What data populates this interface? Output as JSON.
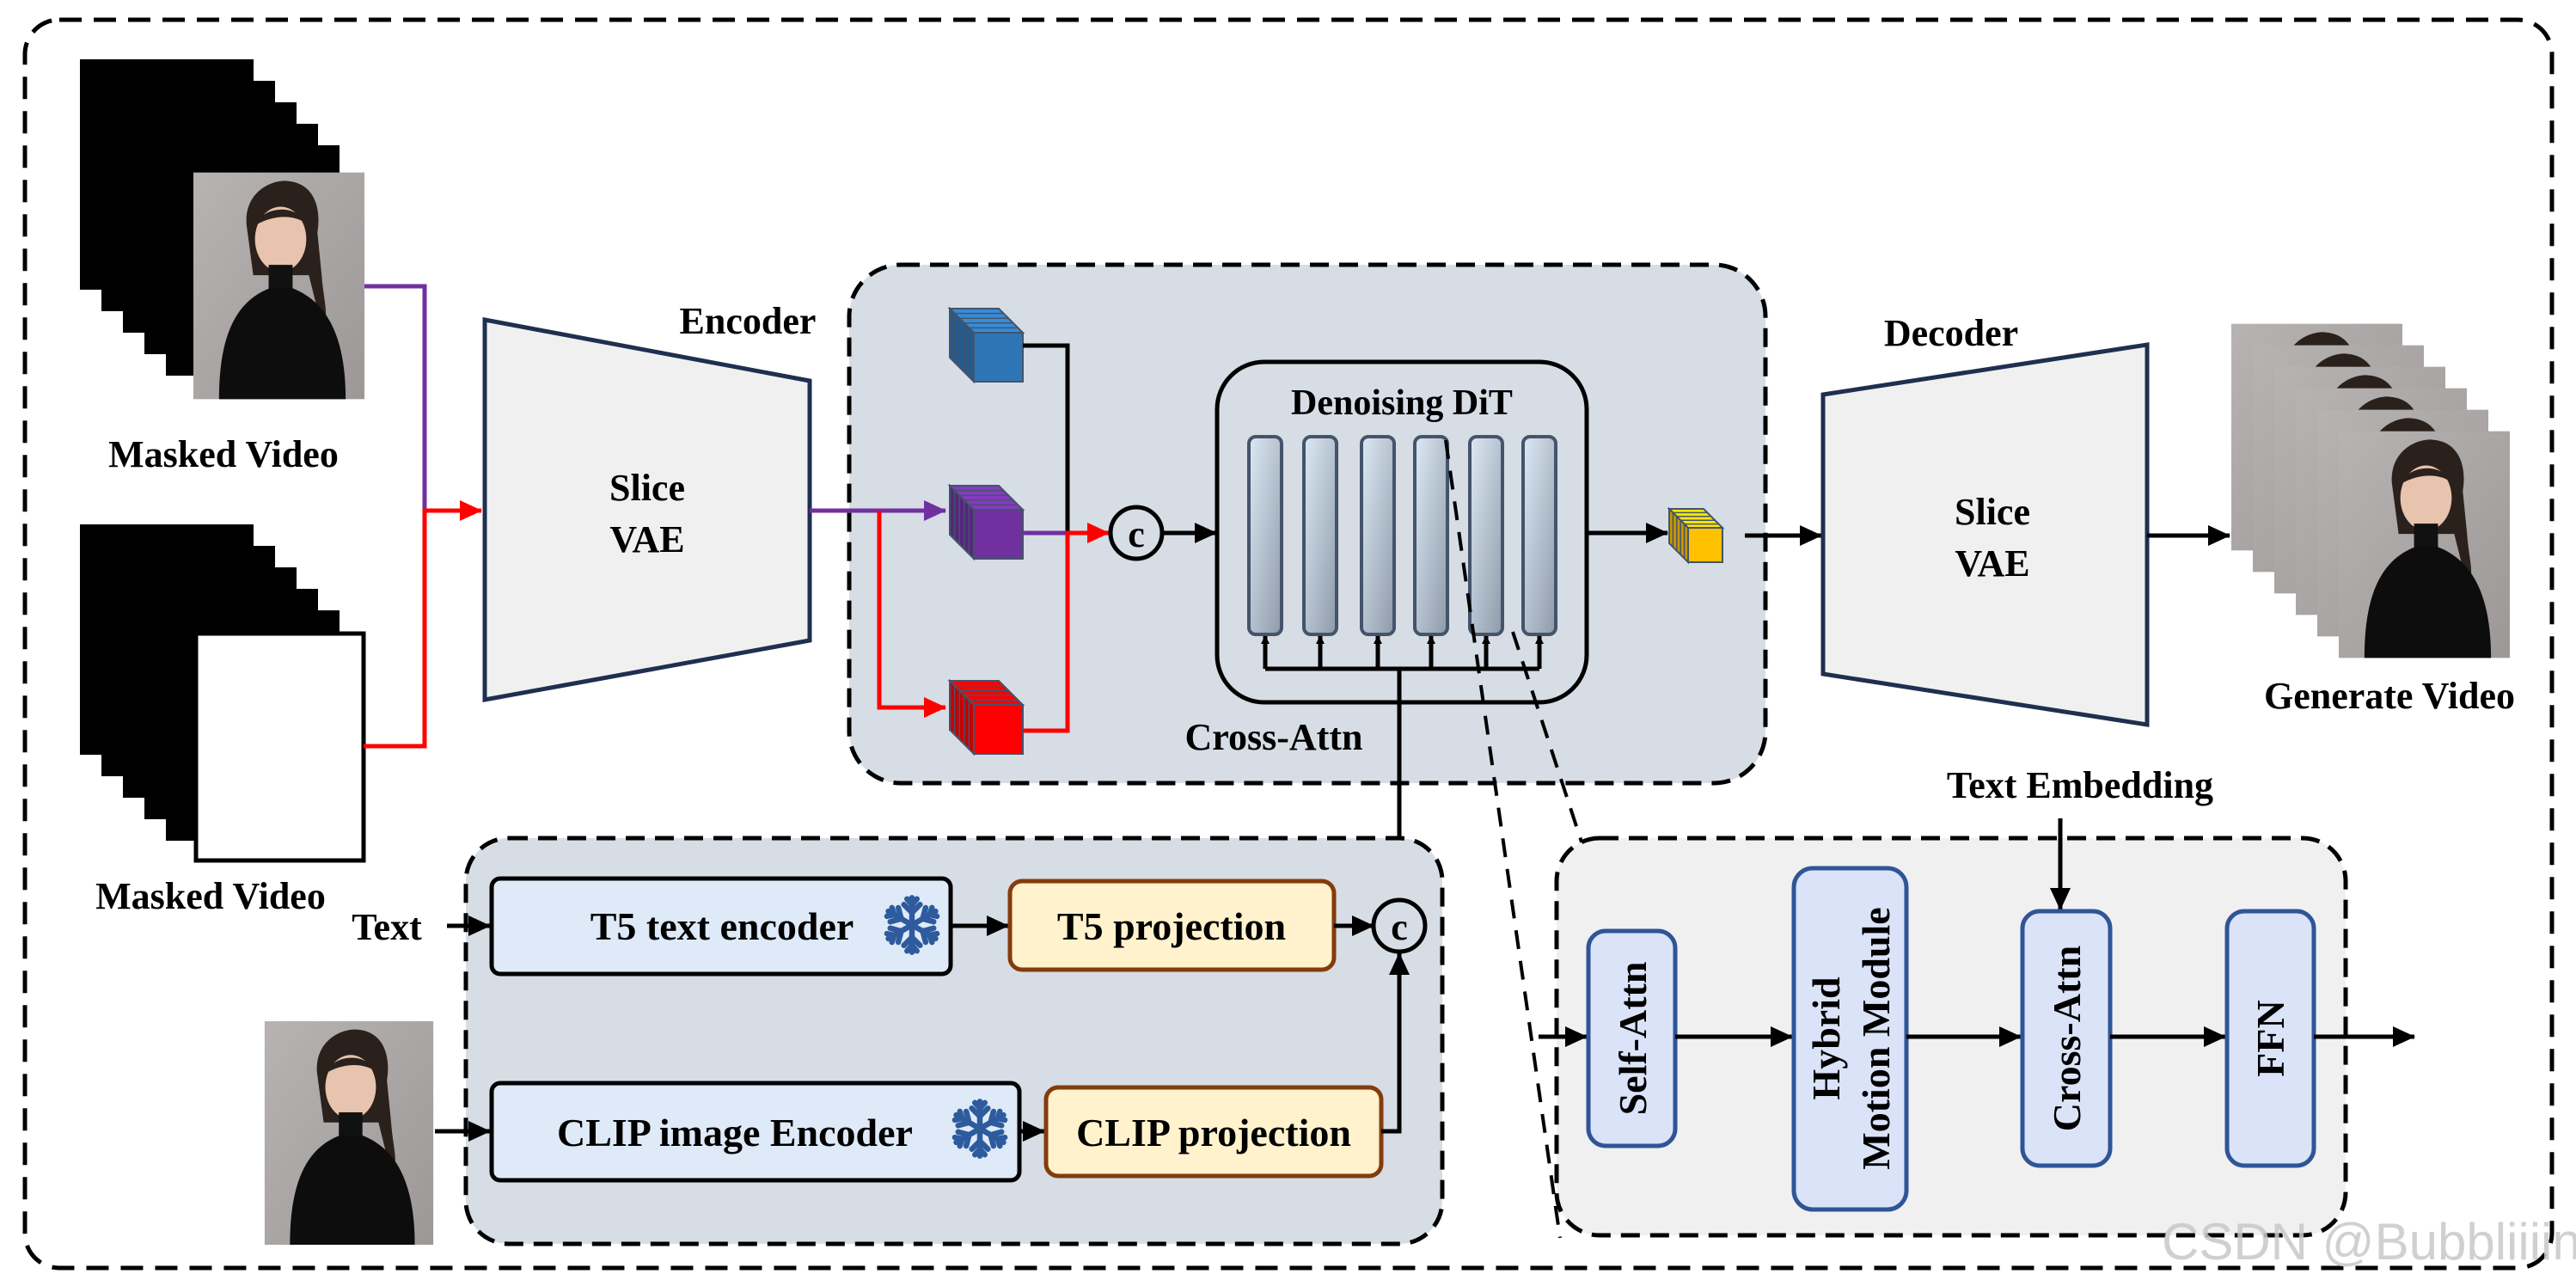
{
  "diagram": {
    "inputs": {
      "masked_video_top_label": "Masked Video",
      "masked_video_bottom_label": "Masked Video",
      "text_label": "Text"
    },
    "encoder": {
      "title": "Encoder",
      "vae_line1": "Slice",
      "vae_line2": "VAE"
    },
    "latent": {
      "concat_symbol": "c",
      "cube_colors": {
        "noise": "#2e75b6",
        "masked_video": "#7030a0",
        "mask": "#ff0000",
        "output": "#ffc000"
      },
      "arrow_colors": {
        "masked_video": "#7030a0",
        "mask": "#ff0000"
      }
    },
    "dit": {
      "title": "Denoising DiT",
      "block_count": 6,
      "cross_attn_label": "Cross-Attn"
    },
    "decoder": {
      "title": "Decoder",
      "vae_line1": "Slice",
      "vae_line2": "VAE",
      "output_label": "Generate Video",
      "frame_count": 6
    },
    "conditioning": {
      "t5_encoder": "T5 text encoder",
      "t5_projection": "T5 projection",
      "clip_encoder": "CLIP image Encoder",
      "clip_projection": "CLIP projection",
      "concat_symbol": "c",
      "frozen_icon": "snowflake-icon"
    },
    "dit_block_detail": {
      "text_embedding_label": "Text Embedding",
      "modules": [
        {
          "line1": "Self-Attn",
          "line2": ""
        },
        {
          "line1": "Hybrid",
          "line2": "Motion Module"
        },
        {
          "line1": "Cross-Attn",
          "line2": ""
        },
        {
          "line1": "FFN",
          "line2": ""
        }
      ]
    },
    "watermark": "CSDN @Bubbliiiing"
  }
}
